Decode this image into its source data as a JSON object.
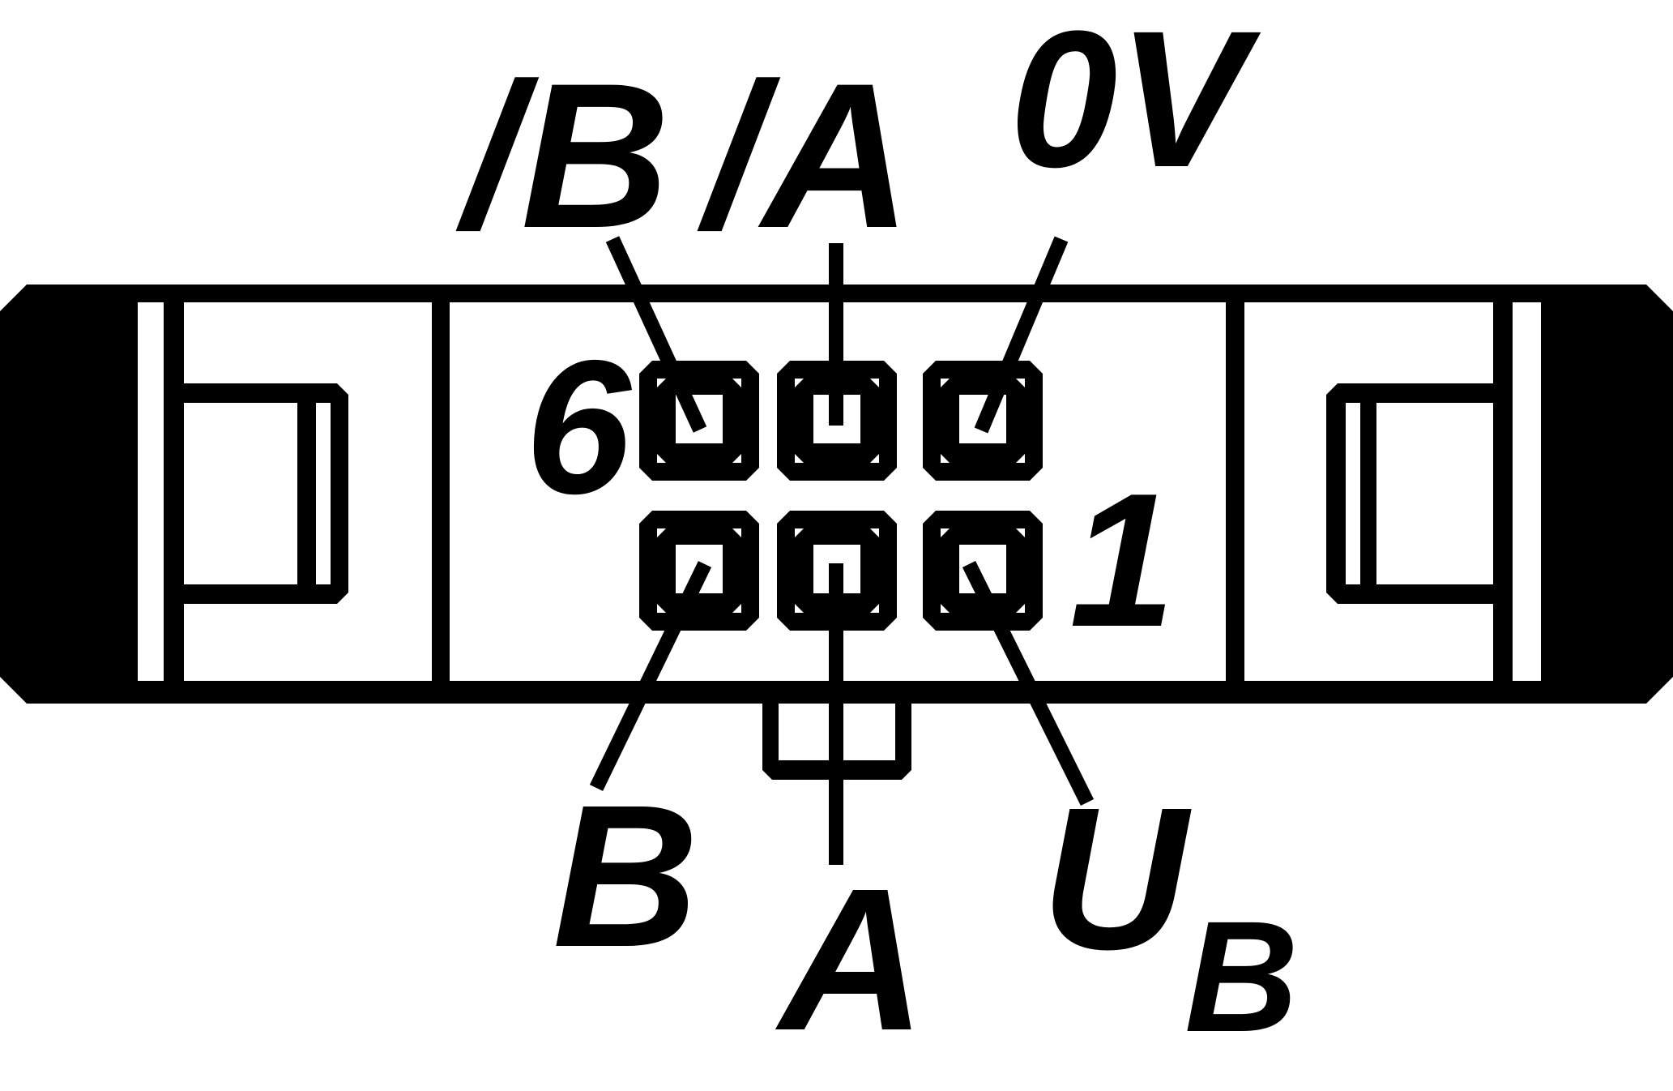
{
  "diagram": {
    "kind": "connector-pinout",
    "colors": {
      "ink": "#000000",
      "background": "#ffffff"
    }
  },
  "labels": {
    "top": [
      {
        "text": "/B"
      },
      {
        "text": "/A"
      },
      {
        "text": "0V"
      }
    ],
    "bottom": [
      {
        "text": "B"
      },
      {
        "text": "A"
      },
      {
        "text": "U",
        "subscript": "B"
      }
    ],
    "pin_numbers": [
      {
        "text": "6"
      },
      {
        "text": "1"
      }
    ]
  },
  "pins": {
    "rows": 2,
    "columns": 3,
    "top_row_signals": [
      "/B",
      "/A",
      "0V"
    ],
    "bottom_row_signals": [
      "B",
      "A",
      "UB"
    ],
    "visible_numbers": {
      "top_left": "6",
      "bottom_right": "1"
    }
  }
}
